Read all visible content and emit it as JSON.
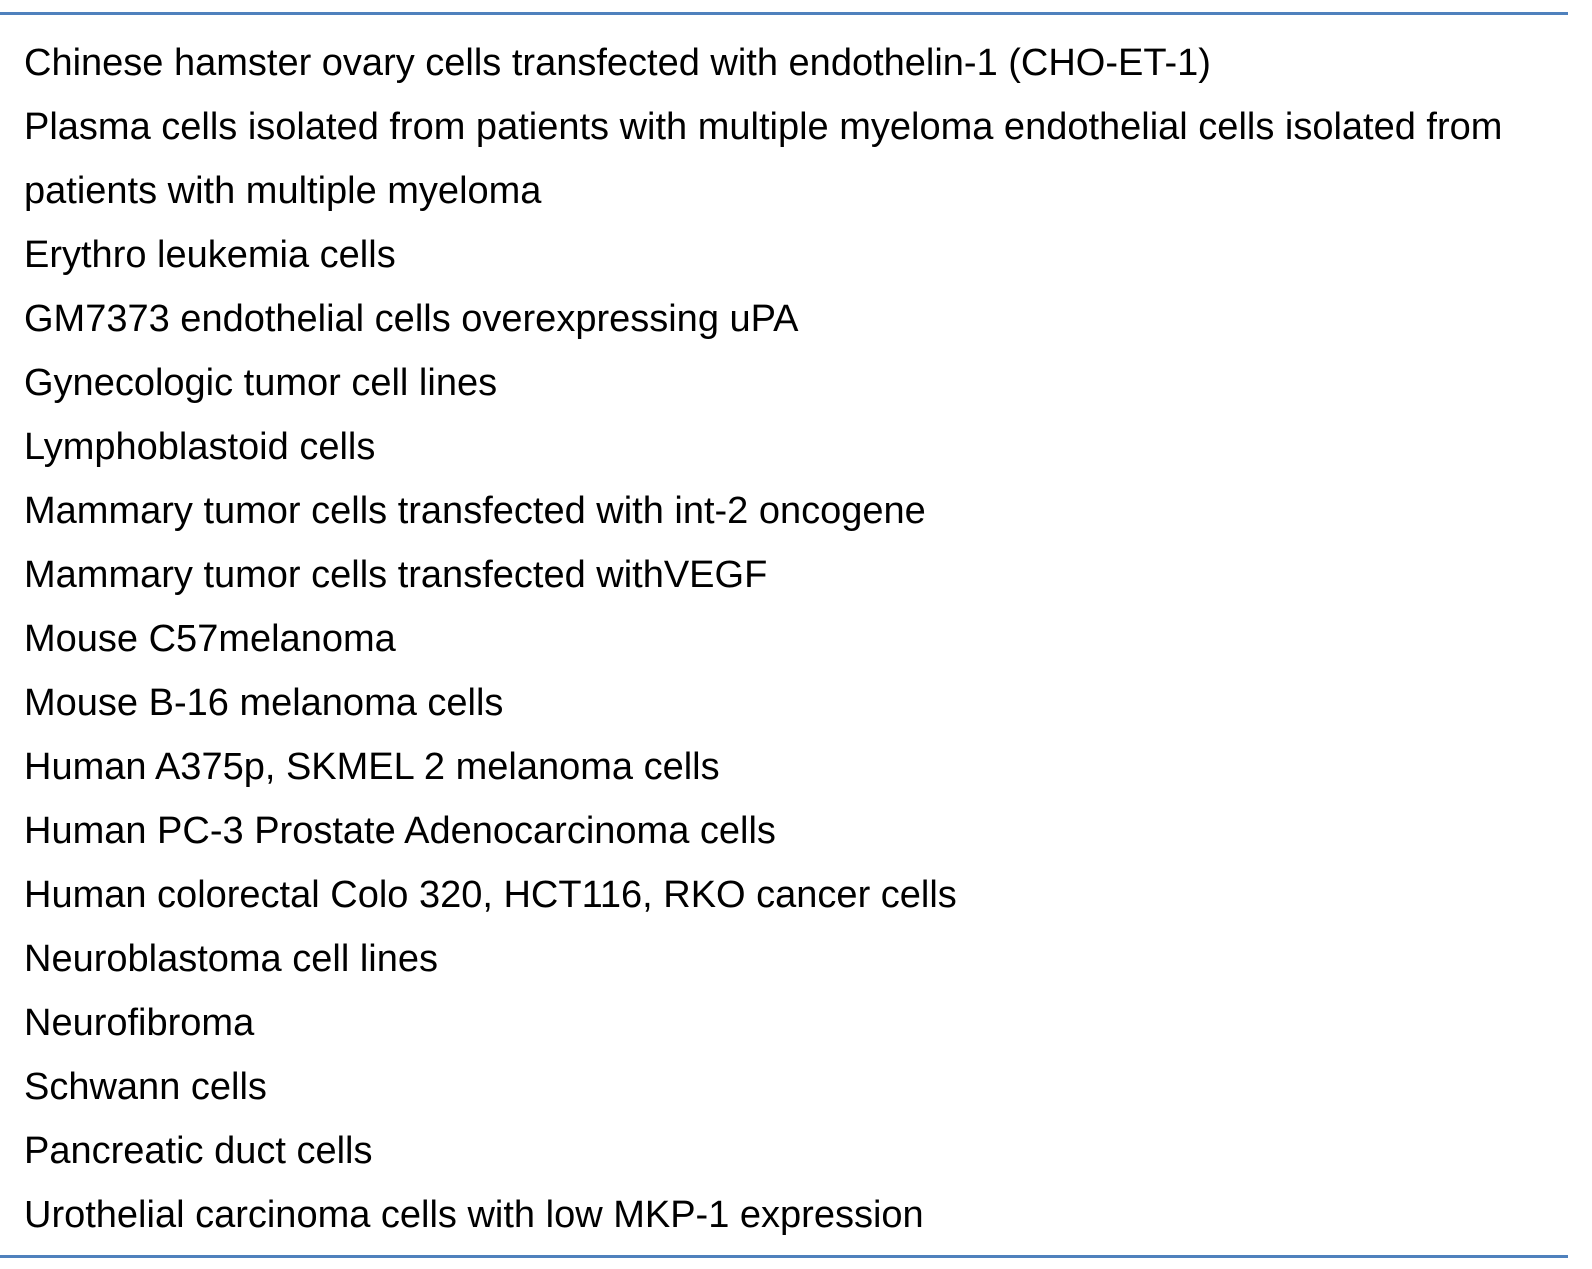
{
  "cell_lines": [
    "Chinese hamster ovary cells transfected with endothelin-1 (CHO-ET-1)",
    "Plasma cells isolated from patients with multiple myeloma endothelial cells isolated from patients with multiple myeloma",
    "Erythro leukemia cells",
    "GM7373 endothelial cells overexpressing uPA",
    "Gynecologic tumor cell lines",
    "Lymphoblastoid cells",
    "Mammary tumor cells transfected with int-2 oncogene",
    "Mammary tumor cells transfected withVEGF",
    "Mouse C57melanoma",
    "Mouse B-16 melanoma cells",
    "Human A375p, SKMEL 2 melanoma cells",
    "Human PC-3 Prostate Adenocarcinoma cells",
    "Human colorectal Colo 320, HCT116, RKO cancer cells",
    "Neuroblastoma cell lines",
    "Neurofibroma",
    "Schwann cells",
    "Pancreatic duct cells",
    "Urothelial carcinoma cells with low MKP-1 expression"
  ],
  "style": {
    "rule_color": "#4f81bd",
    "text_color": "#000000"
  }
}
